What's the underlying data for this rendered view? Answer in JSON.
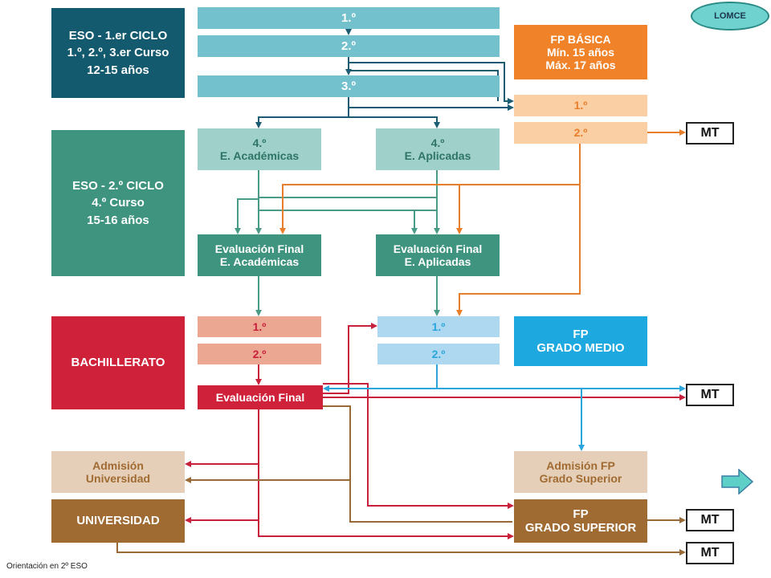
{
  "badge": {
    "label": "LOMCE"
  },
  "colors": {
    "eso1_dark": "#145a6e",
    "eso1_light": "#72c1cc",
    "eso2_dark": "#3f9480",
    "eso2_light": "#9fd0c9",
    "fp_basica": "#f0832a",
    "fp_basica_light": "#fbcfa4",
    "bach_red": "#d0213a",
    "bach_light": "#eca792",
    "fpgm_blue": "#1ea8e0",
    "fpgm_light": "#aed8f0",
    "brown_dark": "#a06b32",
    "brown_light": "#e6cfb8"
  },
  "eso1": {
    "title": "ESO - 1.er CICLO",
    "subtitle": "1.º, 2.º, 3.er Curso",
    "ages": "12-15 años",
    "course_1": "1.º",
    "course_2": "2.º",
    "course_3": "3.º"
  },
  "fp_basica": {
    "title": "FP BÁSICA",
    "min": "Mín. 15 años",
    "max": "Máx. 17 años",
    "course_1": "1.º",
    "course_2": "2.º"
  },
  "eso2": {
    "title": "ESO - 2.º CICLO",
    "subtitle": "4.º Curso",
    "ages": "15-16 años",
    "academicas_num": "4.º",
    "academicas_label": "E. Académicas",
    "aplicadas_num": "4.º",
    "aplicadas_label": "E. Aplicadas",
    "eval_acad_title": "Evaluación Final",
    "eval_acad_label": "E. Académicas",
    "eval_apli_title": "Evaluación Final",
    "eval_apli_label": "E. Aplicadas"
  },
  "bachillerato": {
    "title": "BACHILLERATO",
    "course_1": "1.º",
    "course_2": "2.º",
    "eval": "Evaluación Final"
  },
  "fp_grado_medio": {
    "title_1": "FP",
    "title_2": "GRADO MEDIO",
    "course_1": "1.º",
    "course_2": "2.º"
  },
  "universidad": {
    "admision_1": "Admisión",
    "admision_2": "Universidad",
    "title": "UNIVERSIDAD"
  },
  "fp_grado_superior": {
    "admision_1": "Admisión FP",
    "admision_2": "Grado Superior",
    "title_1": "FP",
    "title_2": "GRADO SUPERIOR"
  },
  "mt": {
    "label": "MT"
  },
  "footer": {
    "note": "Orientación  en 2º ESO"
  }
}
